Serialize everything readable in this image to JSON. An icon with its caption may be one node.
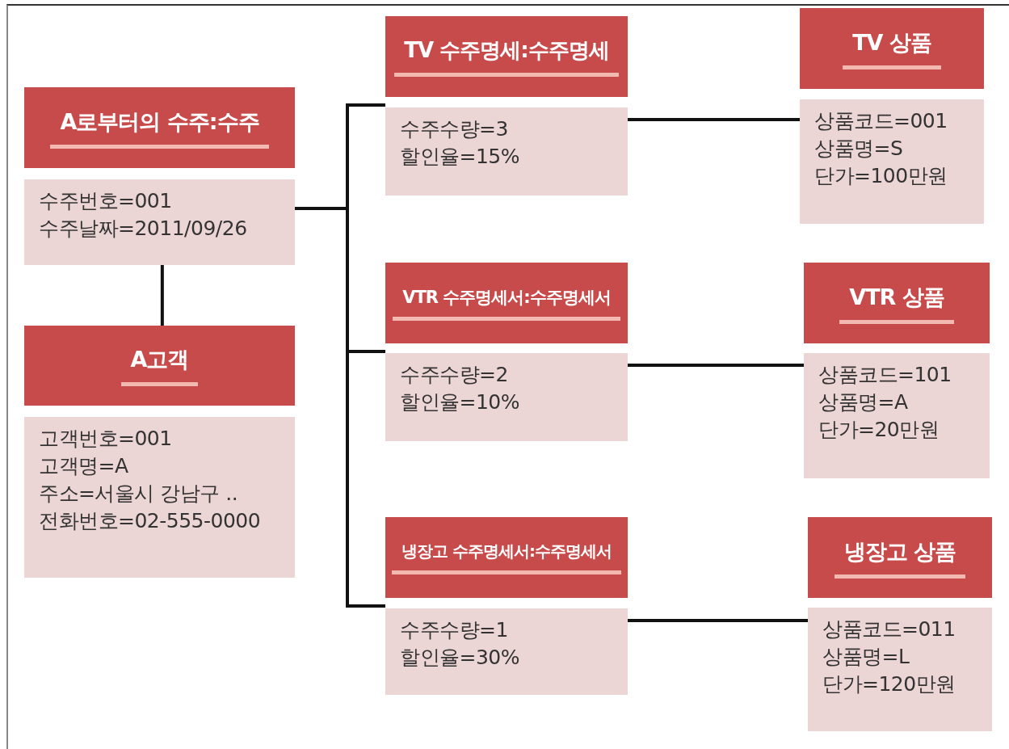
{
  "diagram": {
    "nodes": [
      {
        "text": [
          "A로부터의 수주:수주",
          "수주번호=001",
          "수주날짜=2011/09/26"
        ]
      },
      {
        "text": [
          "A고객",
          "고객번호=001",
          "고객명=A",
          "주소=서울시 강남구 ..",
          "전화번호=02-555-0000"
        ]
      },
      {
        "text": [
          "TV 수주명세:수주명세",
          "수주수량=3",
          "할인율=15%"
        ]
      },
      {
        "text": [
          "TV 상품",
          "상품코드=001",
          "상품명=S",
          "단가=100만원"
        ]
      },
      {
        "text": [
          "VTR 수주명세서:수주명세서",
          "수주수량=2",
          "할인율=10%"
        ]
      },
      {
        "text": [
          "VTR 상품",
          "상품코드=101",
          "상품명=A",
          "단가=20만원"
        ]
      },
      {
        "text": [
          "냉장고 수주명세서:수주명세서",
          "수주수량=1",
          "할인율=30%"
        ]
      },
      {
        "text": [
          "냉장고 상품",
          "상품코드=011",
          "상품명=L",
          "단가=120만원"
        ]
      }
    ],
    "edges": [
      {
        "from": 0,
        "to": 1,
        "arrow": "none"
      },
      {
        "from": 0,
        "to": 2,
        "arrow": "none"
      },
      {
        "from": 0,
        "to": 4,
        "arrow": "none"
      },
      {
        "from": 0,
        "to": 6,
        "arrow": "none"
      },
      {
        "from": 2,
        "to": 3,
        "arrow": "none"
      },
      {
        "from": 4,
        "to": 5,
        "arrow": "none"
      },
      {
        "from": 6,
        "to": 7,
        "arrow": "none"
      }
    ]
  }
}
